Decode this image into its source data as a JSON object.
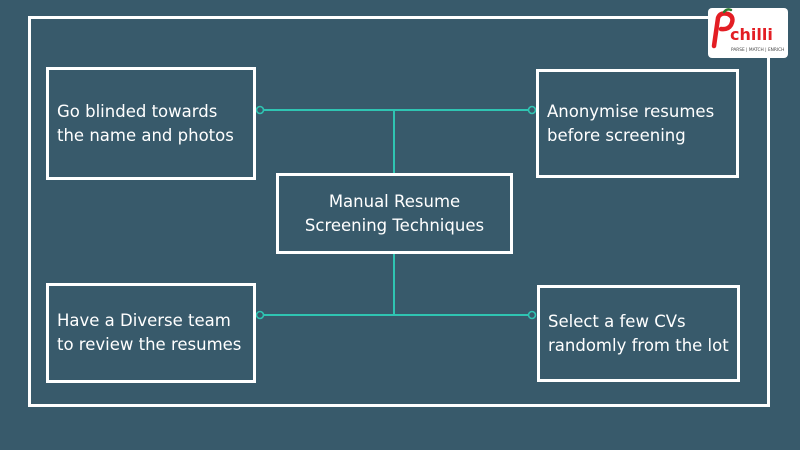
{
  "diagram": {
    "center": {
      "line1": "Manual Resume",
      "line2": "Screening Techniques"
    },
    "top_left": {
      "line1": "Go blinded towards",
      "line2": "the name and photos"
    },
    "top_right": {
      "line1": "Anonymise resumes",
      "line2": "before screening"
    },
    "bottom_left": {
      "line1": "Have a Diverse team",
      "line2": "to review the resumes"
    },
    "bottom_right": {
      "line1": "Select a few CVs",
      "line2": "randomly from the lot"
    }
  },
  "logo": {
    "letters": "chilli",
    "tagline": "PARSE | MATCH | ENRICH"
  },
  "colors": {
    "background": "#385a6b",
    "border": "#ffffff",
    "connector": "#2fc4b2",
    "logo_red": "#e31e24"
  }
}
